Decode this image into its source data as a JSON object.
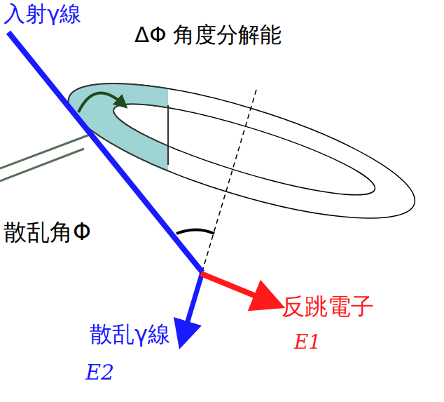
{
  "diagram": {
    "labels": [
      "入射γ線",
      "ΔΦ 角度分解能",
      "散乱角Φ",
      "散乱γ線",
      "E2",
      "反跳電子",
      "E1"
    ]
  }
}
